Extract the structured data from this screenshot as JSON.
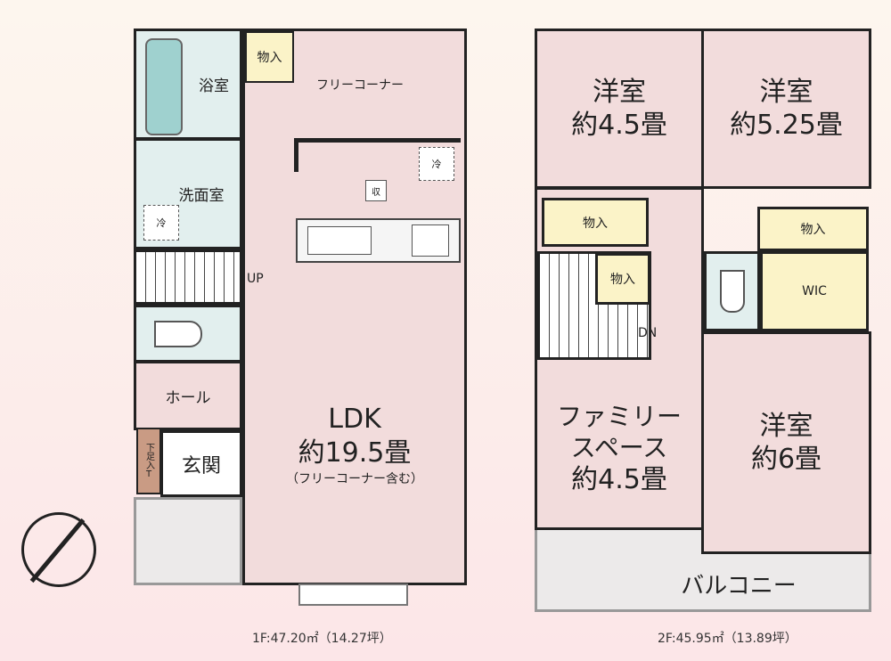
{
  "floor1": {
    "rooms": {
      "bath": "浴室",
      "washroom": "洗面室",
      "storage": "物入",
      "free_corner": "フリーコーナー",
      "hall": "ホール",
      "entrance": "玄関",
      "shoe_box": "下足入",
      "shoe_box_t": "T",
      "ldk_name": "LDK",
      "ldk_size": "約19.5畳",
      "ldk_note": "（フリーコーナー含む）",
      "stairs": "UP",
      "fridge": "冷",
      "fridge2": "冷",
      "storage_small": "収"
    },
    "area": "1F:47.20㎡（14.27坪）"
  },
  "floor2": {
    "rooms": {
      "west1_name": "洋室",
      "west1_size": "約4.5畳",
      "west2_name": "洋室",
      "west2_size": "約5.25畳",
      "storage1": "物入",
      "storage2": "物入",
      "storage3": "物入",
      "wic": "WIC",
      "family_name": "ファミリースペース",
      "family_size": "約4.5畳",
      "west3_name": "洋室",
      "west3_size": "約6畳",
      "balcony": "バルコニー",
      "stairs": "DN"
    },
    "area": "2F:45.95㎡（13.89坪）"
  },
  "colors": {
    "room": "#f2dcdc",
    "wet": "#e2efee",
    "storage": "#fbf3c8"
  }
}
